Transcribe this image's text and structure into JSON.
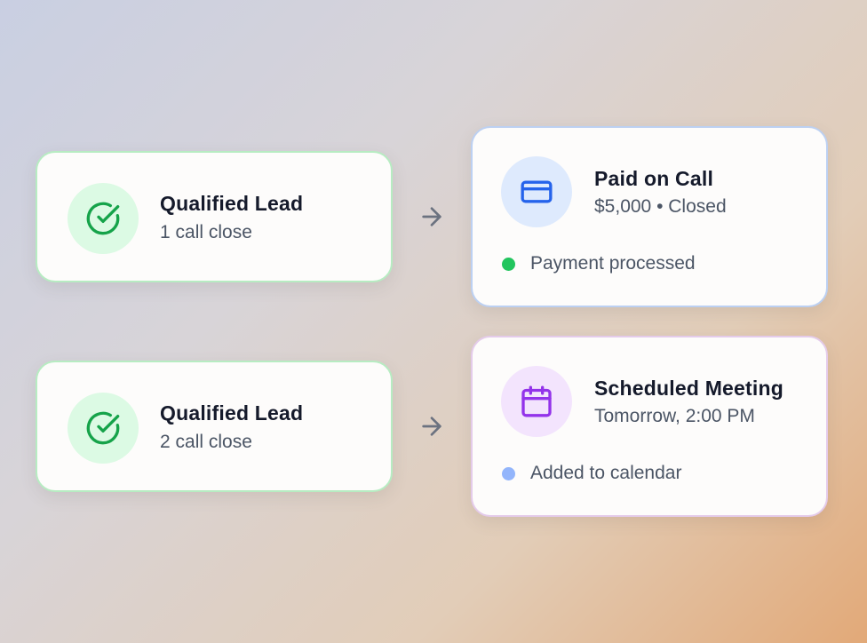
{
  "colors": {
    "lead_border": "#b7ecc2",
    "check_green": "#16a34a",
    "paid_blue": "#2563eb",
    "meeting_purple": "#9333ea",
    "status_green": "#22c55e",
    "status_blue": "#93b5fb"
  },
  "leads": [
    {
      "icon": "check-circle-icon",
      "title": "Qualified Lead",
      "subtitle": "1 call close"
    },
    {
      "icon": "check-circle-icon",
      "title": "Qualified Lead",
      "subtitle": "2 call close"
    }
  ],
  "arrows": [
    "arrow-right-icon",
    "arrow-right-icon"
  ],
  "results": [
    {
      "icon": "credit-card-icon",
      "title": "Paid on Call",
      "subtitle": "$5,000 • Closed",
      "status": "Payment processed"
    },
    {
      "icon": "calendar-icon",
      "title": "Scheduled Meeting",
      "subtitle": "Tomorrow, 2:00 PM",
      "status": "Added to calendar"
    }
  ]
}
